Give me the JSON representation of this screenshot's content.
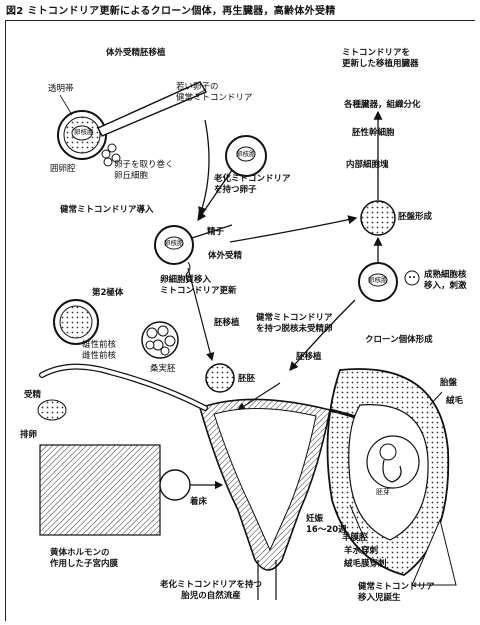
{
  "figure_title": "図2 ミトコンドリア更新によるクローン個体，再生臓器，高齢体外受精",
  "labels": {
    "ivf_embryo_transfer": "体外受精胚移植",
    "zona": "透明帯",
    "young_egg_mito": "若い卵子の\n健常ミトコンドリア",
    "perivitelline": "囲卵腔",
    "cumulus": "卵子を取り巻く\n卵丘細胞",
    "nucleus": "卵核胞",
    "aged_egg": "老化ミトコンドリア\nを持つ卵子",
    "healthy_mito_inject": "健常ミトコンドリア導入",
    "sperm": "精子",
    "ivf": "体外受精",
    "cytoplasm_transfer": "卵細胞質移入\nミトコンドリア更新",
    "embryo_transfer_1": "胚移植",
    "second_polar": "第2極体",
    "fertilized": "雄性前核\n雌性前核",
    "morula": "桑実胚",
    "blastocyst": "胚胚",
    "fertilization": "受精",
    "ovulation": "排卵",
    "endometrium": "黄体ホルモンの\n作用した子宮内膜",
    "implantation": "着床",
    "aged_mito_embryo": "老化ミトコンドリアを持つ\n胎児の自然流産",
    "regen_title": "ミトコンドリアを\n更新した移植用臓器",
    "organs": "各種臓器，組織分化",
    "germ_layer": "胚性幹細胞",
    "inner_cell_mass": "内部細胞塊",
    "blasto_form": "胚盤形成",
    "somatic_nucleus": "成熟細胞核\n移入，刺激",
    "enucleated_egg": "健常ミトコンドリア\nを持つ脱核未受精卵",
    "clone_form": "クローン個体形成",
    "embryo_transfer_2": "胚移植",
    "placenta": "胎盤",
    "villi": "絨毛",
    "pregnancy_weeks": "妊娠\n16～20週",
    "amniotic": "羊膜腔",
    "amniocentesis": "羊水穿刺",
    "cvs": "絨毛膜穿刺",
    "embryo_word": "胚芽",
    "healthy_birth": "健常ミトコンドリア\n移入児誕生",
    "egg_word_1": "卵核胞",
    "egg_word_2": "卵核胞",
    "egg_word_3": "卵核胞",
    "egg_word_4": "卵核胞"
  }
}
